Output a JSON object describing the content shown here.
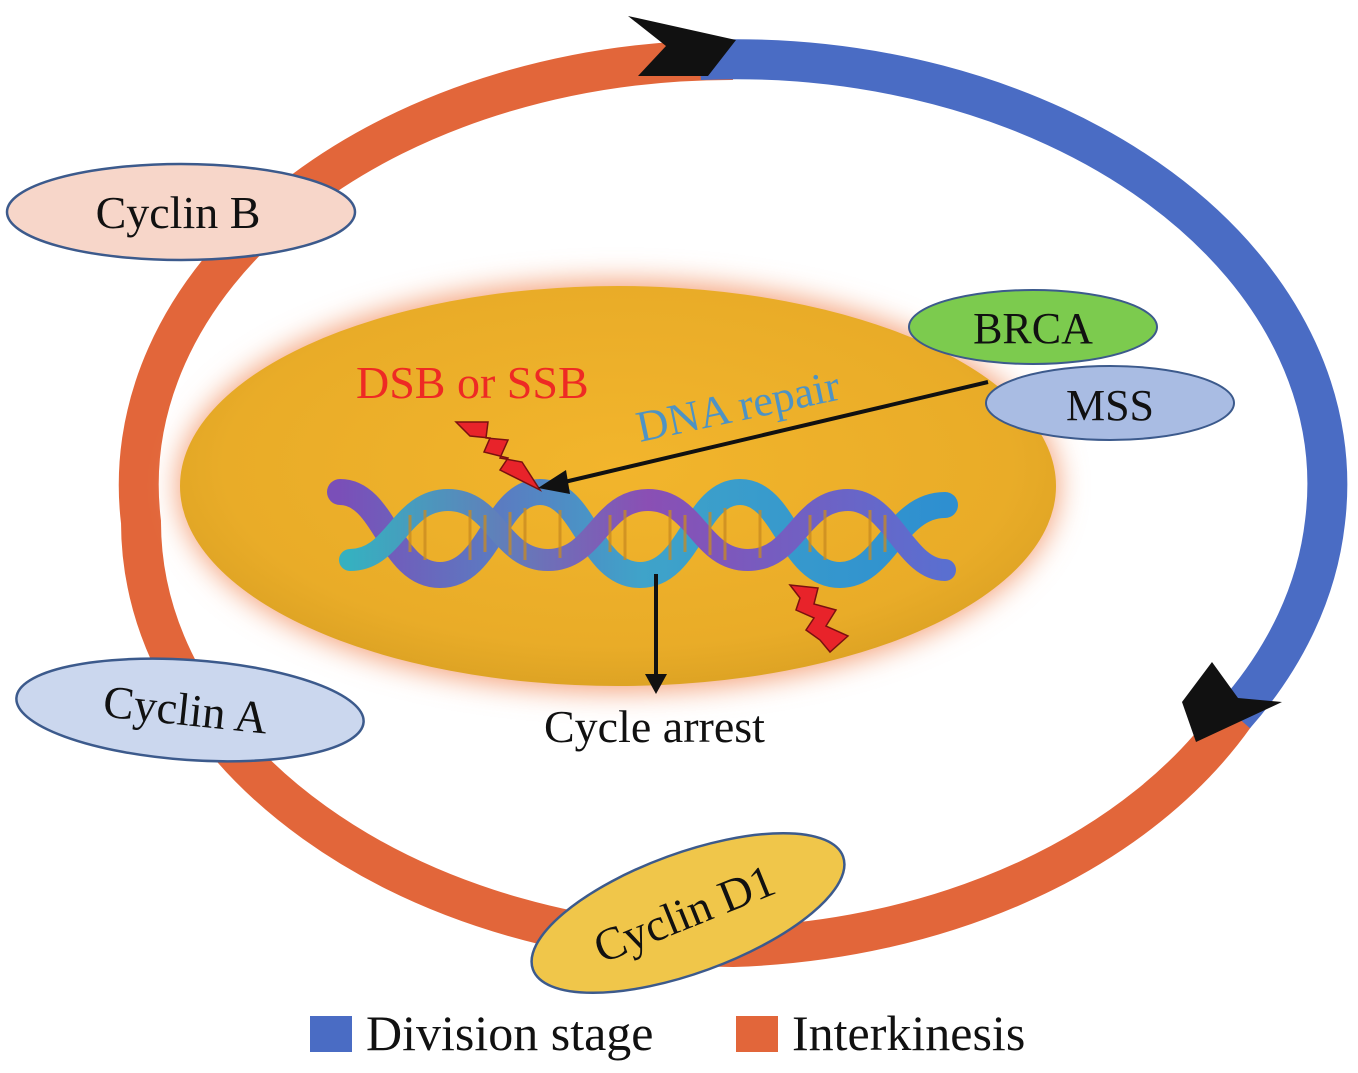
{
  "labels": {
    "cyclin_b": "Cyclin B",
    "cyclin_a": "Cyclin A",
    "cyclin_d1": "Cyclin D1",
    "brca": "BRCA",
    "mss": "MSS",
    "dsb_ssb": "DSB or SSB",
    "dna_repair": "DNA repair",
    "cycle_arrest": "Cycle arrest"
  },
  "legend": {
    "division": "Division stage",
    "interkinesis": "Interkinesis"
  },
  "colors": {
    "division_stage": "#4A6CC4",
    "interkinesis": "#E2663A",
    "nucleus": "#EFB32A",
    "nucleus_glow": "#F4A179",
    "cyclin_b_fill": "#F7D6C9",
    "cyclin_a_fill": "#CBD7EE",
    "cyclin_d1_fill": "#F0C64A",
    "brca_fill": "#7CCB4E",
    "mss_fill": "#A9BCE3",
    "dsb_text": "#EE2A24",
    "dna_repair_text": "#4E93C4",
    "lightning": "#E8232A",
    "arrowhead": "#111111"
  },
  "icons": [
    "lightning-bolt-icon",
    "dna-helix-icon",
    "arrowhead-icon"
  ]
}
